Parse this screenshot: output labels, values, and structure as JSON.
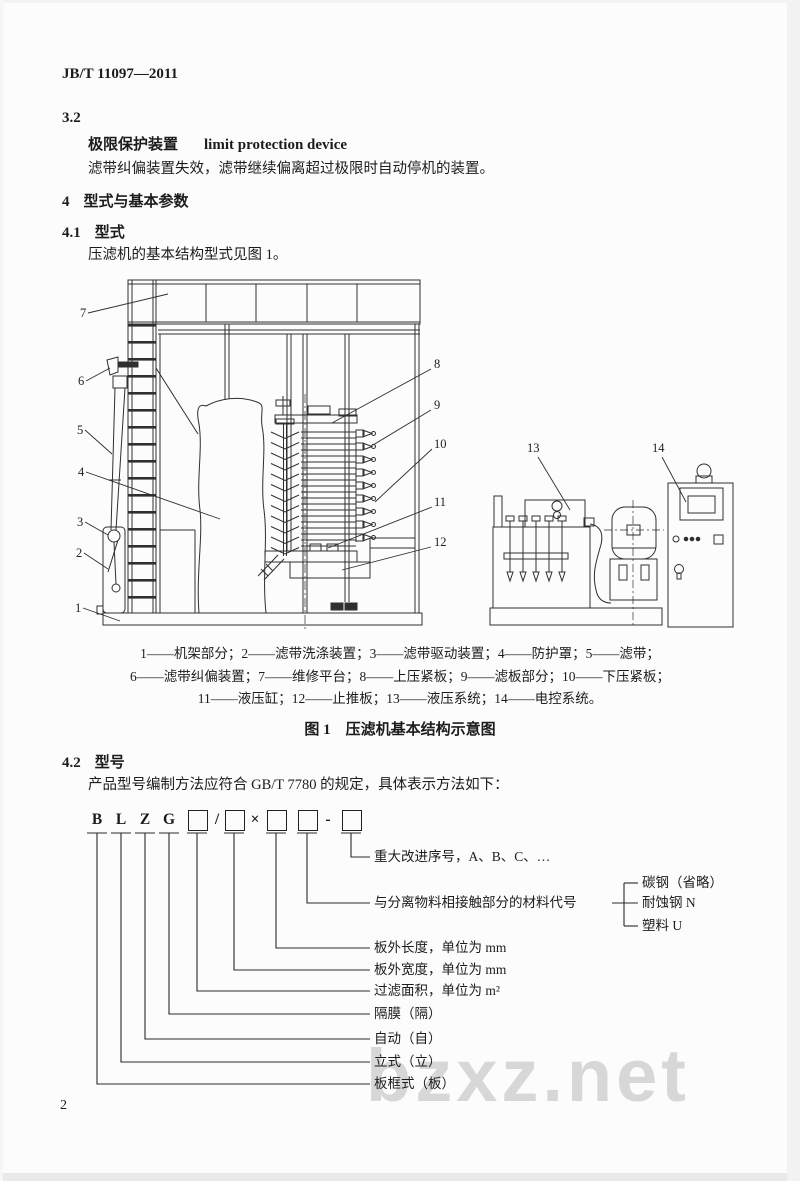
{
  "page": {
    "number": "2",
    "watermark": "bzxz.net"
  },
  "header": {
    "standard_code": "JB/T 11097—2011"
  },
  "terms": {
    "num": "3.2",
    "term_cn": "极限保护装置",
    "term_en": "limit protection device",
    "definition": "滤带纠偏装置失效，滤带继续偏离超过极限时自动停机的装置。"
  },
  "sections": {
    "s4_num": "4",
    "s4_title": "型式与基本参数",
    "s41_num": "4.1",
    "s41_title": "型式",
    "s41_body": "压滤机的基本结构型式见图 1。",
    "s42_num": "4.2",
    "s42_title": "型号",
    "s42_body": "产品型号编制方法应符合 GB/T 7780 的规定，具体表示方法如下："
  },
  "figure": {
    "callout_numbers": [
      "1",
      "2",
      "3",
      "4",
      "5",
      "6",
      "7",
      "8",
      "9",
      "10",
      "11",
      "12",
      "13",
      "14"
    ],
    "legend_lines": [
      "1——机架部分；2——滤带洗涤装置；3——滤带驱动装置；4——防护罩；5——滤带；",
      "6——滤带纠偏装置；7——维修平台；8——上压紧板；9——滤板部分；10——下压紧板；",
      "11——液压缸；12——止推板；13——液压系统；14——电控系统。"
    ],
    "caption": "图 1　压滤机基本结构示意图"
  },
  "model_code": {
    "chars": [
      "B",
      "L",
      "Z",
      "G",
      "□",
      "/",
      "□",
      "×",
      "□",
      "□",
      "-",
      "□"
    ],
    "branches": [
      {
        "label": "重大改进序号，A、B、C、…"
      },
      {
        "label": "与分离物料相接触部分的材料代号",
        "materials": [
          "碳钢（省略）",
          "耐蚀钢 N",
          "塑料 U"
        ]
      },
      {
        "label": "板外长度，单位为 mm"
      },
      {
        "label": "板外宽度，单位为 mm"
      },
      {
        "label": "过滤面积，单位为 m²"
      },
      {
        "label": "隔膜（隔）"
      },
      {
        "label": "自动（自）"
      },
      {
        "label": "立式（立）"
      },
      {
        "label": "板框式（板）"
      }
    ]
  }
}
